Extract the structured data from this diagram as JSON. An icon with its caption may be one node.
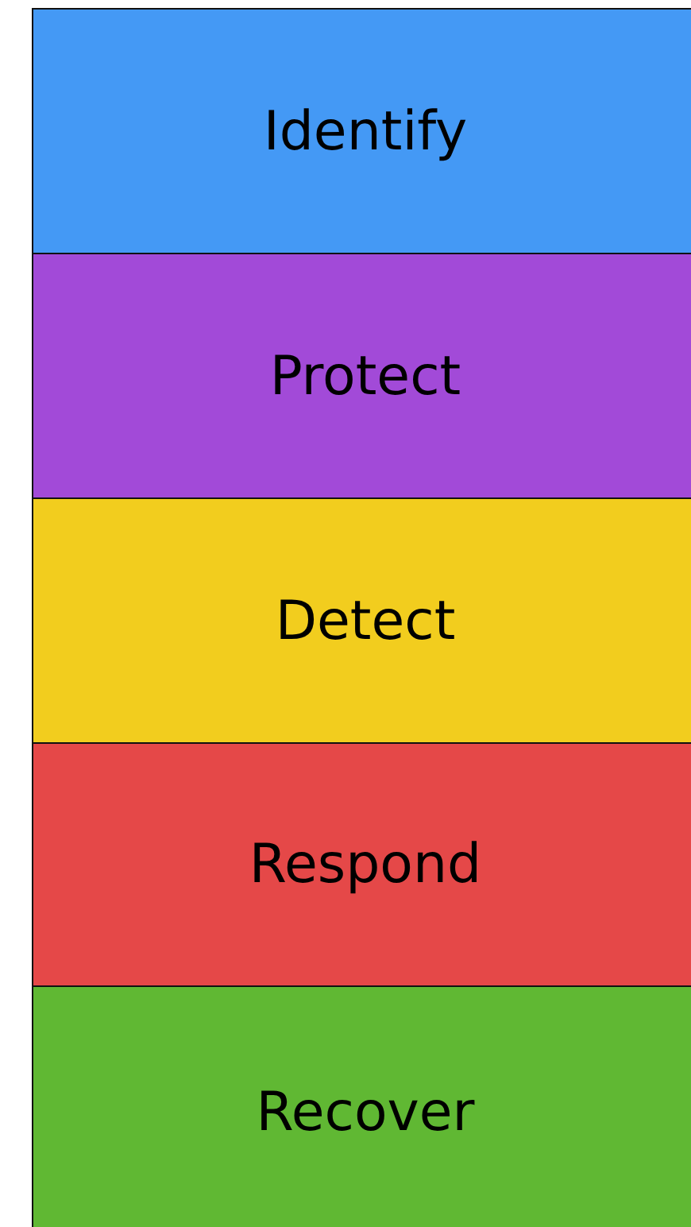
{
  "diagram": {
    "nodes": [
      {
        "text": [
          "Identify"
        ]
      },
      {
        "text": [
          "Protect"
        ]
      },
      {
        "text": [
          "Detect"
        ]
      },
      {
        "text": [
          "Respond"
        ]
      },
      {
        "text": [
          "Recover"
        ]
      }
    ]
  }
}
